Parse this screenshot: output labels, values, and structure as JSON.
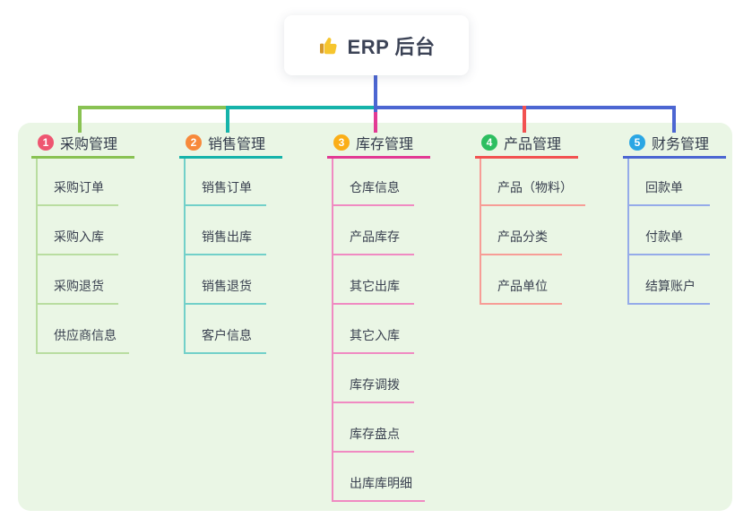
{
  "root": {
    "title": "ERP 后台",
    "icon": "thumbs-up-icon"
  },
  "colors": {
    "background": "#ffffff",
    "panel": "#eaf6e5",
    "root_connector": "#4c66d2",
    "root_text": "#3c4356",
    "branch_label_text": "#323a4a",
    "item_text": "#3a4150"
  },
  "branches": [
    {
      "number": "1",
      "label": "采购管理",
      "badge_color": "#ee5671",
      "accent_color": "#89c253",
      "light_color": "#b9dda0",
      "items": [
        "采购订单",
        "采购入库",
        "采购退货",
        "供应商信息"
      ]
    },
    {
      "number": "2",
      "label": "销售管理",
      "badge_color": "#f7893b",
      "accent_color": "#16b3aa",
      "light_color": "#72d0c9",
      "items": [
        "销售订单",
        "销售出库",
        "销售退货",
        "客户信息"
      ]
    },
    {
      "number": "3",
      "label": "库存管理",
      "badge_color": "#fbae17",
      "accent_color": "#e23a94",
      "light_color": "#f08ac2",
      "items": [
        "仓库信息",
        "产品库存",
        "其它出库",
        "其它入库",
        "库存调拨",
        "库存盘点",
        "出库库明细"
      ]
    },
    {
      "number": "4",
      "label": "产品管理",
      "badge_color": "#2dbe60",
      "accent_color": "#f25251",
      "light_color": "#f79d96",
      "items": [
        "产品（物料）",
        "产品分类",
        "产品单位"
      ]
    },
    {
      "number": "5",
      "label": "财务管理",
      "badge_color": "#2aa6e4",
      "accent_color": "#4c66d2",
      "light_color": "#95abe9",
      "items": [
        "回款单",
        "付款单",
        "结算账户"
      ]
    }
  ]
}
